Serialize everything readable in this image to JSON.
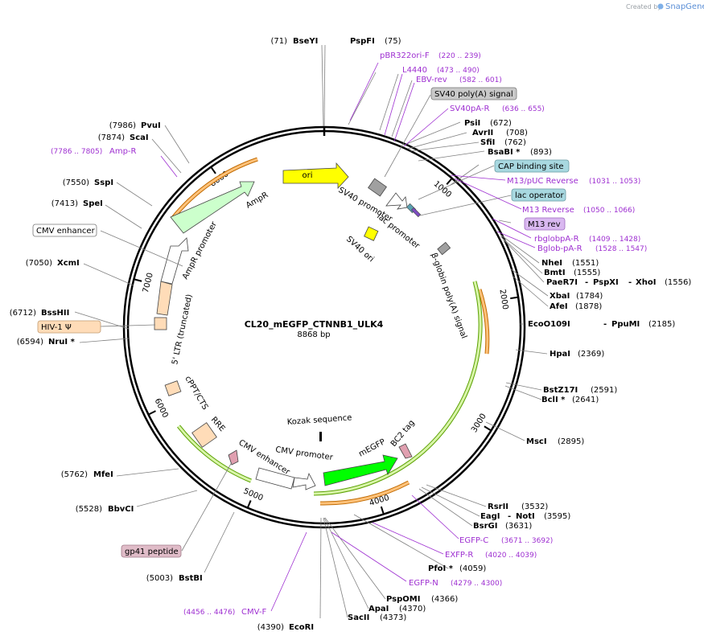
{
  "credit": {
    "prefix": "Created by",
    "brand": "SnapGene"
  },
  "plasmid": {
    "name": "CL20_mEGFP_CTNNB1_ULK4",
    "length": "8868 bp",
    "length_bp": 8868
  },
  "ticks": [
    "1000",
    "2000",
    "3000",
    "4000",
    "5000",
    "6000",
    "7000",
    "8000"
  ],
  "sites": [
    {
      "name": "BseYI",
      "pos": "(71)"
    },
    {
      "name": "PspFI",
      "pos": "(75)"
    },
    {
      "name": "PsiI",
      "pos": "(672)"
    },
    {
      "name": "AvrII",
      "pos": "(708)"
    },
    {
      "name": "SfiI",
      "pos": "(762)"
    },
    {
      "name": "BsaBI *",
      "pos": "(893)"
    },
    {
      "name": "NheI",
      "pos": "(1551)"
    },
    {
      "name": "BmtI",
      "pos": "(1555)"
    },
    {
      "name": "PaeR7I",
      "sep": "-",
      "name2": "PspXI",
      "sep2": "-",
      "name3": "XhoI",
      "pos": "(1556)"
    },
    {
      "name": "XbaI",
      "pos": "(1784)"
    },
    {
      "name": "AfeI",
      "pos": "(1878)"
    },
    {
      "name": "EcoO109I",
      "sep": "-",
      "name2": "PpuMI",
      "pos": "(2185)"
    },
    {
      "name": "HpaI",
      "pos": "(2369)"
    },
    {
      "name": "BstZ17I",
      "pos": "(2591)"
    },
    {
      "name": "BclI *",
      "pos": "(2641)"
    },
    {
      "name": "MscI",
      "pos": "(2895)"
    },
    {
      "name": "RsrII",
      "pos": "(3532)"
    },
    {
      "name": "EagI",
      "sep": "-",
      "name2": "NotI",
      "pos": "(3595)"
    },
    {
      "name": "BsrGI",
      "pos": "(3631)"
    },
    {
      "name": "PfoI *",
      "pos": "(4059)"
    },
    {
      "name": "PspOMI",
      "pos": "(4366)"
    },
    {
      "name": "ApaI",
      "pos": "(4370)"
    },
    {
      "name": "SacII",
      "pos": "(4373)"
    },
    {
      "name": "EcoRI",
      "pos": "(4390)"
    },
    {
      "name": "BstBI",
      "pos": "(5003)"
    },
    {
      "name": "BbvCI",
      "pos": "(5528)"
    },
    {
      "name": "MfeI",
      "pos": "(5762)"
    },
    {
      "name": "NruI *",
      "pos": "(6594)"
    },
    {
      "name": "BssHII",
      "pos": "(6712)"
    },
    {
      "name": "XcmI",
      "pos": "(7050)"
    },
    {
      "name": "SpeI",
      "pos": "(7413)"
    },
    {
      "name": "SspI",
      "pos": "(7550)"
    },
    {
      "name": "ScaI",
      "pos": "(7874)"
    },
    {
      "name": "PvuI",
      "pos": "(7986)"
    }
  ],
  "primers": [
    {
      "name": "pBR322ori-F",
      "range": "(220 .. 239)"
    },
    {
      "name": "L4440",
      "range": "(473 .. 490)"
    },
    {
      "name": "EBV-rev",
      "range": "(582 .. 601)"
    },
    {
      "name": "SV40pA-R",
      "range": "(636 .. 655)"
    },
    {
      "name": "M13/pUC Reverse",
      "range": "(1031 .. 1053)"
    },
    {
      "name": "M13 Reverse",
      "range": "(1050 .. 1066)"
    },
    {
      "name": "rbglobpA-R",
      "range": "(1409 .. 1428)"
    },
    {
      "name": "Bglob-pA-R",
      "range": "(1528 .. 1547)"
    },
    {
      "name": "EGFP-C",
      "range": "(3671 .. 3692)"
    },
    {
      "name": "EXFP-R",
      "range": "(4020 .. 4039)"
    },
    {
      "name": "EGFP-N",
      "range": "(4279 .. 4300)"
    },
    {
      "name": "CMV-F",
      "range": "(4456 .. 4476)"
    },
    {
      "name": "Amp-R",
      "range": "(7786 .. 7805)"
    }
  ],
  "boxed_labels": [
    {
      "name": "SV40 poly(A) signal",
      "color": "#c9c9c9"
    },
    {
      "name": "CAP binding site",
      "color": "#a8d8e0"
    },
    {
      "name": "lac operator",
      "color": "#a8d8e0"
    },
    {
      "name": "M13 rev",
      "color": "#d9b8f0"
    },
    {
      "name": "CMV enhancer",
      "color": "#ffffff"
    },
    {
      "name": "HIV-1 Ψ",
      "color": "#ffdcb8"
    },
    {
      "name": "gp41 peptide",
      "color": "#e0bcc8"
    }
  ],
  "features": [
    {
      "name": "ori",
      "color": "#ffff00"
    },
    {
      "name": "AmpR",
      "color": "#ccffcc"
    },
    {
      "name": "AmpR promoter",
      "color": "#ffffff"
    },
    {
      "name": "SV40 promoter",
      "color": "#a0a0a0"
    },
    {
      "name": "lac promoter",
      "color": "#ffffff"
    },
    {
      "name": "SV40 ori",
      "color": "#ffff00"
    },
    {
      "name": "β-globin poly(A) signal",
      "color": "#a0a0a0"
    },
    {
      "name": "5' LTR (truncated)",
      "color": "#ffdcb8"
    },
    {
      "name": "cPPT/CTS",
      "color": "#ffdcb8"
    },
    {
      "name": "RRE",
      "color": "#ffdcb8"
    },
    {
      "name": "CMV enhancer",
      "color": "#ffffff"
    },
    {
      "name": "CMV promoter",
      "color": "#ffffff"
    },
    {
      "name": "Kozak sequence",
      "color": "#000000"
    },
    {
      "name": "mEGFP",
      "color": "#00ff00"
    },
    {
      "name": "BC2 tag",
      "color": "#e0a0b0"
    }
  ]
}
